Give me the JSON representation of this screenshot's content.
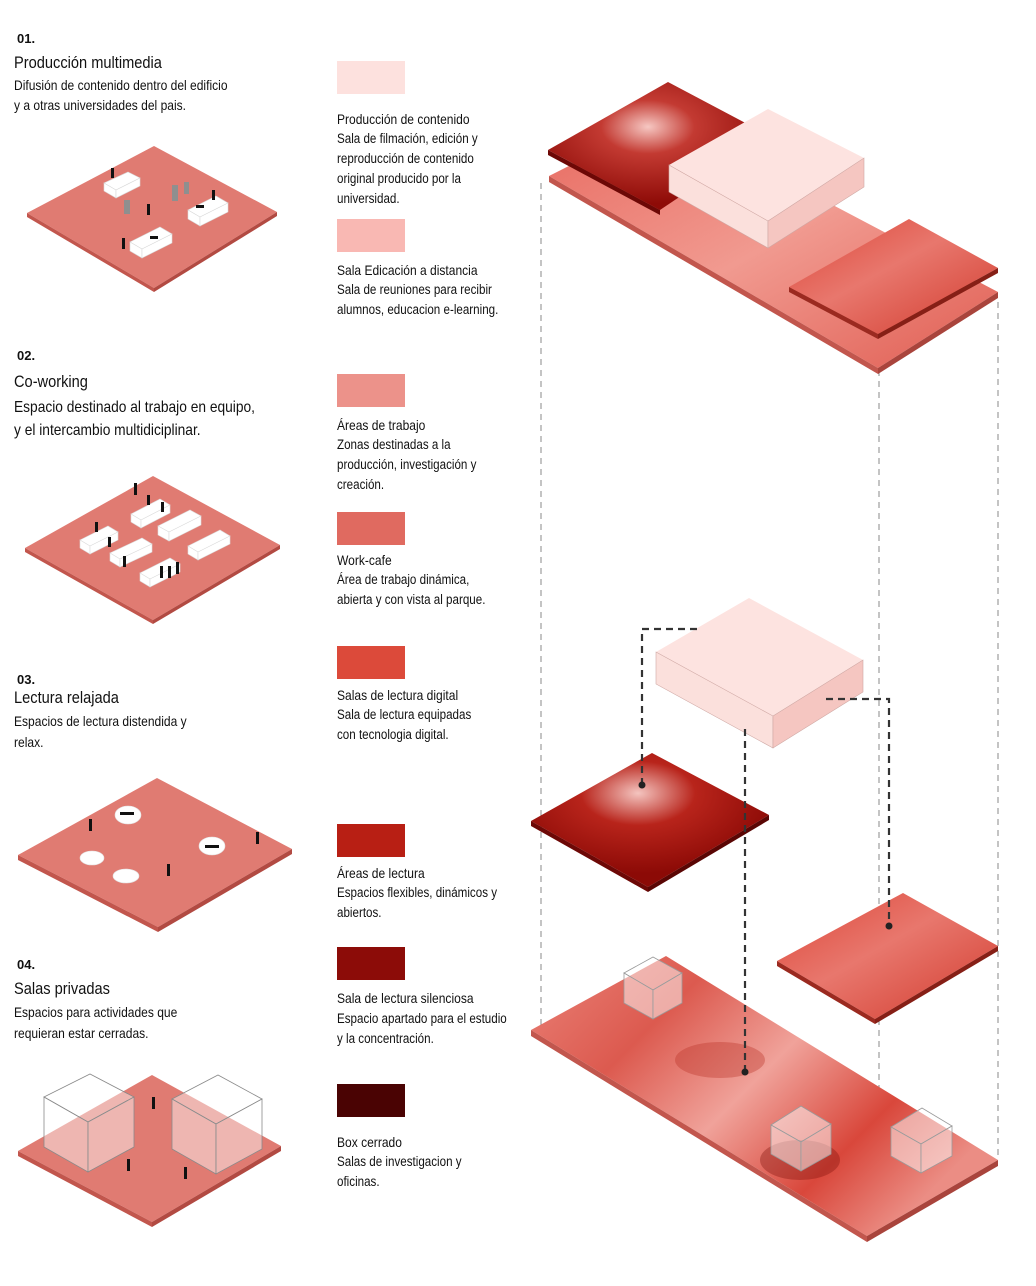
{
  "sections": [
    {
      "number": "01.",
      "title": "Producción multimedia",
      "description": [
        "Difusión de contenido dentro del edificio",
        "y a otras universidades del pais."
      ]
    },
    {
      "number": "02.",
      "title": "Co-working",
      "description": [
        "Espacio destinado al trabajo en equipo,",
        "y el intercambio multidiciplinar."
      ]
    },
    {
      "number": "03.",
      "title": "Lectura relajada",
      "description": [
        "Espacios de lectura distendida y",
        "relax."
      ]
    },
    {
      "number": "04.",
      "title": "Salas privadas",
      "description": [
        "Espacios para actividades que",
        "requieran estar cerradas."
      ]
    }
  ],
  "legend": [
    {
      "name": "Producción de contenido",
      "description": "Sala de filmación, edición y\nreproducción de contenido\noriginal producido por la\nuniversidad.",
      "color": "#fde1de"
    },
    {
      "name": "Sala Edicación a distancia",
      "description": "Sala de reuniones para recibir\nalumnos, educacion e-learning.",
      "color": "#f9b8b3"
    },
    {
      "name": "Áreas de trabajo",
      "description": "Zonas destinadas a la\nproducción, investigación y\ncreación.",
      "color": "#ec928a"
    },
    {
      "name": "Work-cafe",
      "description": "Área de trabajo dinámica,\nabierta y con vista al parque.",
      "color": "#e06a60"
    },
    {
      "name": "Salas de lectura digital",
      "description": "Sala de lectura equipadas\ncon tecnologia digital.",
      "color": "#dc4a3a"
    },
    {
      "name": "Áreas de lectura",
      "description": "Espacios flexibles, dinámicos y\nabiertos.",
      "color": "#b81f14"
    },
    {
      "name": "Sala de lectura silenciosa",
      "description": "Espacio apartado para el estudio\ny la concentración.",
      "color": "#8c0c08"
    },
    {
      "name": "Box cerrado",
      "description": "Salas de investigacion y\noficinas.",
      "color": "#4a0303"
    }
  ],
  "colors": {
    "floor": "#e07b72",
    "floor_edge": "#c2564d",
    "volume_light": "#fde1de",
    "dashed_line": "#333333",
    "figure": "#111111"
  }
}
